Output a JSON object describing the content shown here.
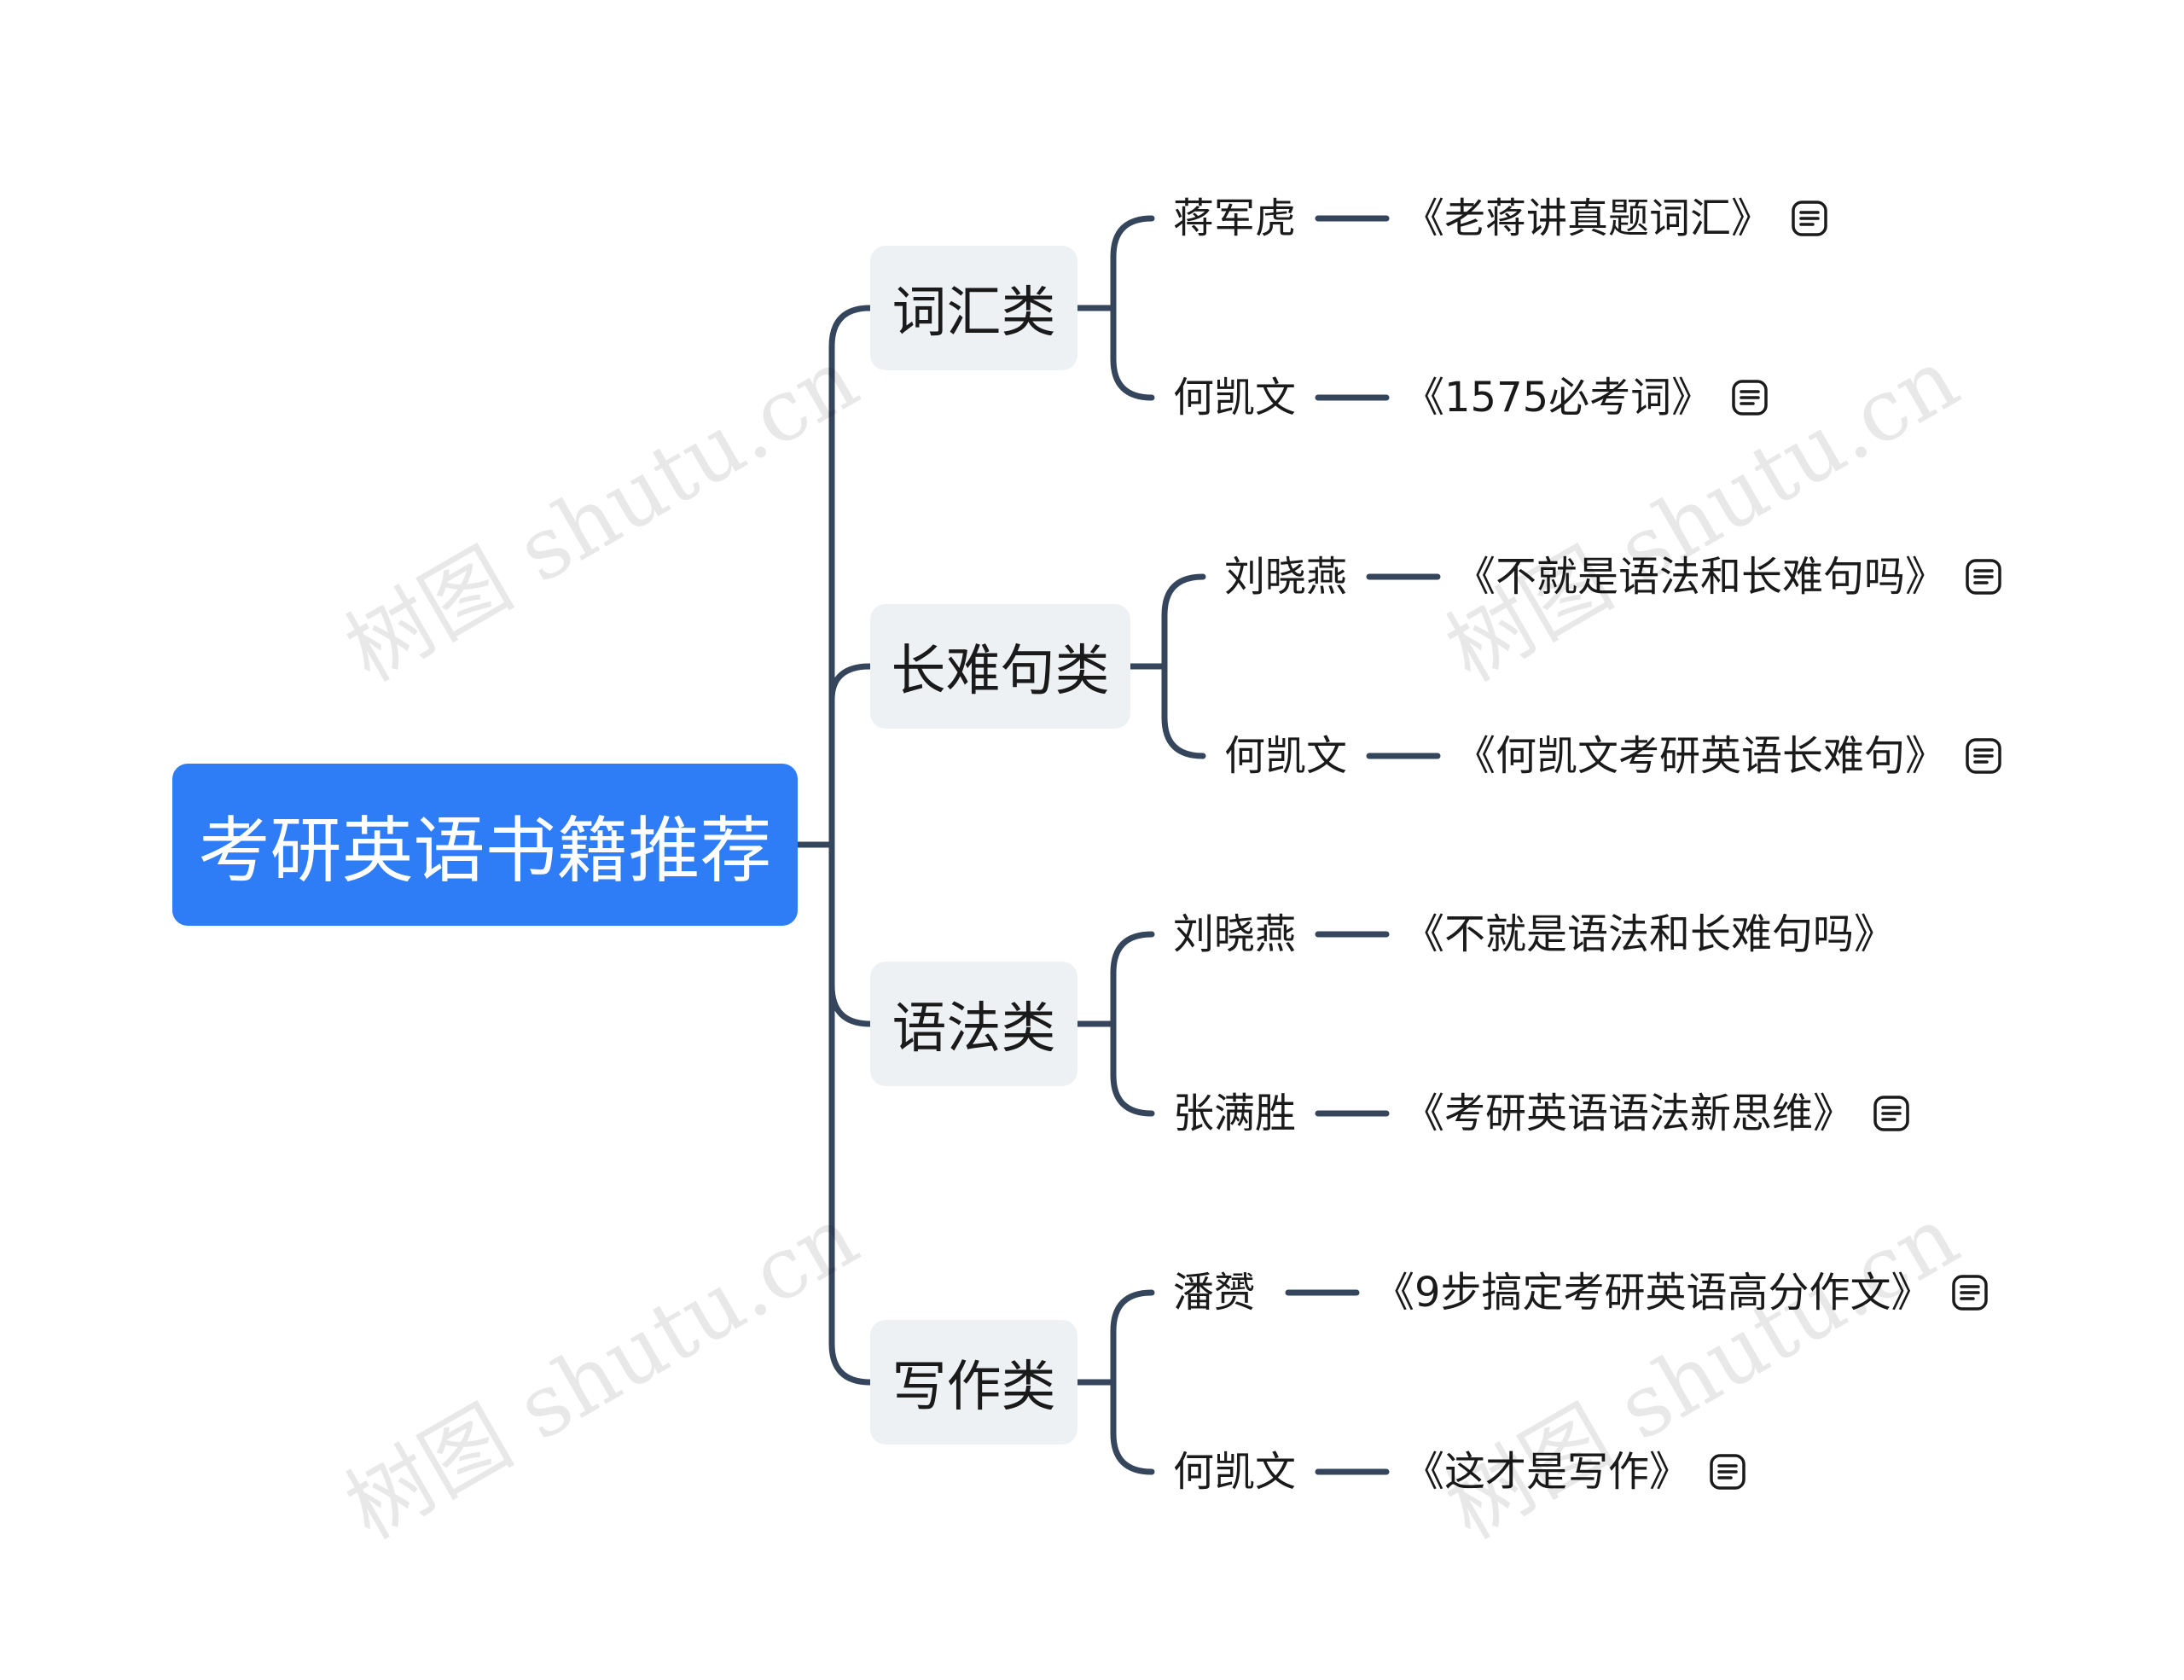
{
  "watermark": "树图 shutu.cn",
  "colors": {
    "root_bg": "#2e7cf6",
    "category_bg": "#eef1f4",
    "line": "#34455c"
  },
  "root": {
    "label": "考研英语书籍推荐"
  },
  "categories": [
    {
      "label": "词汇类",
      "items": [
        {
          "author": "蒋军虎",
          "book": "《老蒋讲真题词汇》",
          "has_note": true
        },
        {
          "author": "何凯文",
          "book": "《1575必考词》",
          "has_note": true
        }
      ]
    },
    {
      "label": "长难句类",
      "items": [
        {
          "author": "刘晓燕",
          "book": "《不就是语法和长难句吗》",
          "has_note": true
        },
        {
          "author": "何凯文",
          "book": "《何凯文考研英语长难句》",
          "has_note": true
        }
      ]
    },
    {
      "label": "语法类",
      "items": [
        {
          "author": "刘晓燕",
          "book": "《不就是语法和长难句吗》",
          "has_note": false
        },
        {
          "author": "张满胜",
          "book": "《考研英语语法新思维》",
          "has_note": true
        }
      ]
    },
    {
      "label": "写作类",
      "items": [
        {
          "author": "潘赟",
          "book": "《9步搞定考研英语高分作文》",
          "has_note": true
        },
        {
          "author": "何凯文",
          "book": "《这才是写作》",
          "has_note": true
        }
      ]
    }
  ]
}
